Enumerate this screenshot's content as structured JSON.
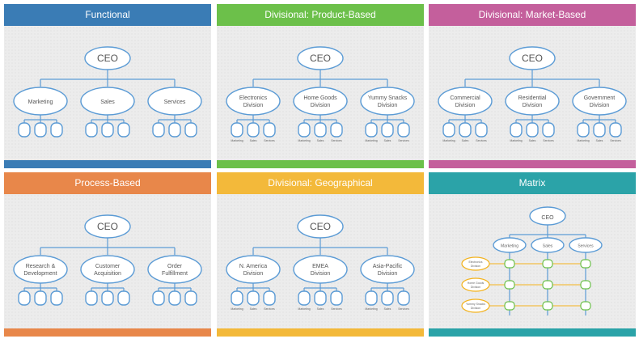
{
  "panels": [
    {
      "title": "Functional",
      "color": "#3a7cb5",
      "ceo": "CEO",
      "children": [
        [
          "Marketing"
        ],
        [
          "Sales"
        ],
        [
          "Services"
        ]
      ],
      "leaf_labels": []
    },
    {
      "title": "Divisional: Product-Based",
      "color": "#6cc04a",
      "ceo": "CEO",
      "children": [
        [
          "Electronics",
          "Division"
        ],
        [
          "Home Goods",
          "Division"
        ],
        [
          "Yummy Snacks",
          "Division"
        ]
      ],
      "leaf_labels": [
        "Marketing",
        "Sales",
        "Services"
      ]
    },
    {
      "title": "Divisional: Market-Based",
      "color": "#c45f9c",
      "ceo": "CEO",
      "children": [
        [
          "Commercial",
          "Division"
        ],
        [
          "Residential",
          "Division"
        ],
        [
          "Government",
          "Division"
        ]
      ],
      "leaf_labels": [
        "Marketing",
        "Sales",
        "Services"
      ]
    },
    {
      "title": "Process-Based",
      "color": "#e8874a",
      "ceo": "CEO",
      "children": [
        [
          "Research &",
          "Development"
        ],
        [
          "Customer",
          "Acquisition"
        ],
        [
          "Order",
          "Fulfillment"
        ]
      ],
      "leaf_labels": []
    },
    {
      "title": "Divisional: Geographical",
      "color": "#f3b93a",
      "ceo": "CEO",
      "children": [
        [
          "N. America",
          "Division"
        ],
        [
          "EMEA",
          "Division"
        ],
        [
          "Asia-Pacific",
          "Division"
        ]
      ],
      "leaf_labels": [
        "Marketing",
        "Sales",
        "Services"
      ]
    },
    {
      "title": "Matrix",
      "color": "#2ba3a8",
      "ceo": "CEO",
      "columns": [
        "Marketing",
        "Sales",
        "Services"
      ],
      "rows": [
        [
          "Electronics",
          "Division"
        ],
        [
          "Home Goods",
          "Division"
        ],
        [
          "Yummy Snacks",
          "Division"
        ]
      ]
    }
  ]
}
